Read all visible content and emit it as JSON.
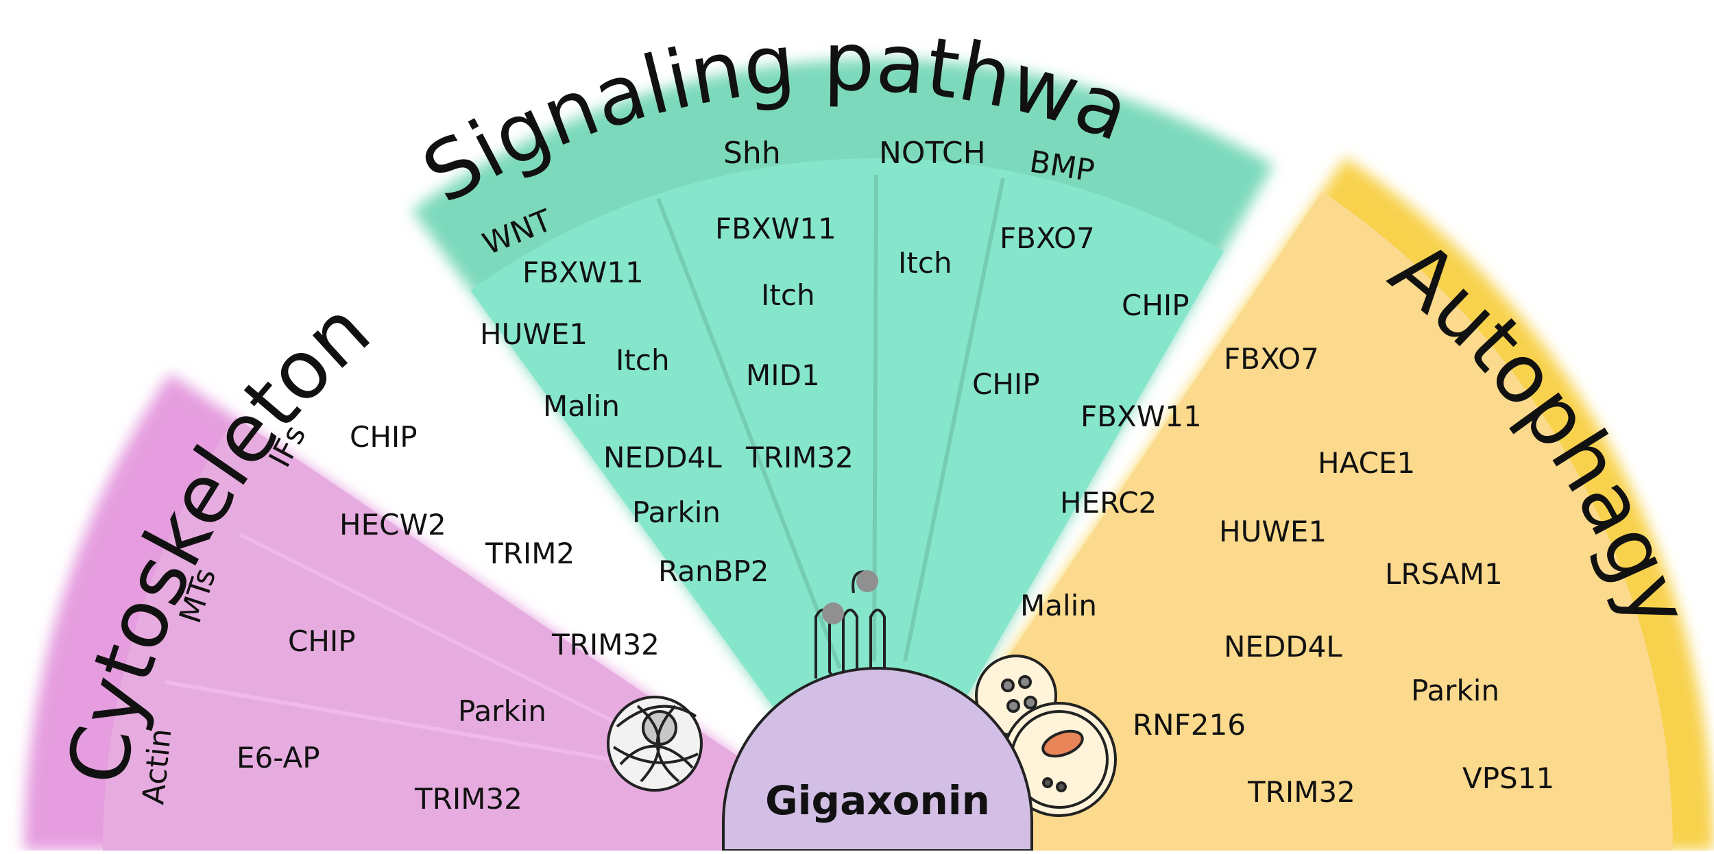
{
  "center": {
    "label": "Gigaxonin",
    "color": "#d3bfe6"
  },
  "sectors": {
    "cytoskeleton": {
      "title": "Cytoskeleton",
      "outer_color": "#e59ddf",
      "inner_color": "#e6acdf",
      "categories": [
        {
          "label": "IFs",
          "genes": [
            "CHIP",
            "HECW2",
            "TRIM2"
          ]
        },
        {
          "label": "MTs",
          "genes": [
            "CHIP",
            "TRIM32"
          ]
        },
        {
          "label": "Actin",
          "genes": [
            "Parkin",
            "E6-AP",
            "TRIM32"
          ]
        }
      ]
    },
    "signaling": {
      "title": "Signaling pathway",
      "outer_color": "#7dd9bc",
      "inner_color": "#86e6cc",
      "categories": [
        {
          "label": "WNT",
          "genes": [
            "FBXW11",
            "HUWE1",
            "Itch",
            "Malin",
            "NEDD4L",
            "Parkin",
            "RanBP2"
          ]
        },
        {
          "label": "Shh",
          "genes": [
            "FBXW11",
            "Itch",
            "MID1",
            "TRIM32"
          ]
        },
        {
          "label": "NOTCH",
          "genes": [
            "Itch"
          ]
        },
        {
          "label": "BMP",
          "genes": [
            "FBXO7",
            "CHIP"
          ]
        }
      ]
    },
    "autophagy": {
      "title": "Autophagy",
      "outer_color": "#f8d24e",
      "inner_color": "#fbd98d",
      "genes": [
        "CHIP",
        "FBXO7",
        "FBXW11",
        "HACE1",
        "HERC2",
        "HUWE1",
        "LRSAM1",
        "Malin",
        "NEDD4L",
        "Parkin",
        "RNF216",
        "TRIM32",
        "VPS11"
      ]
    }
  }
}
